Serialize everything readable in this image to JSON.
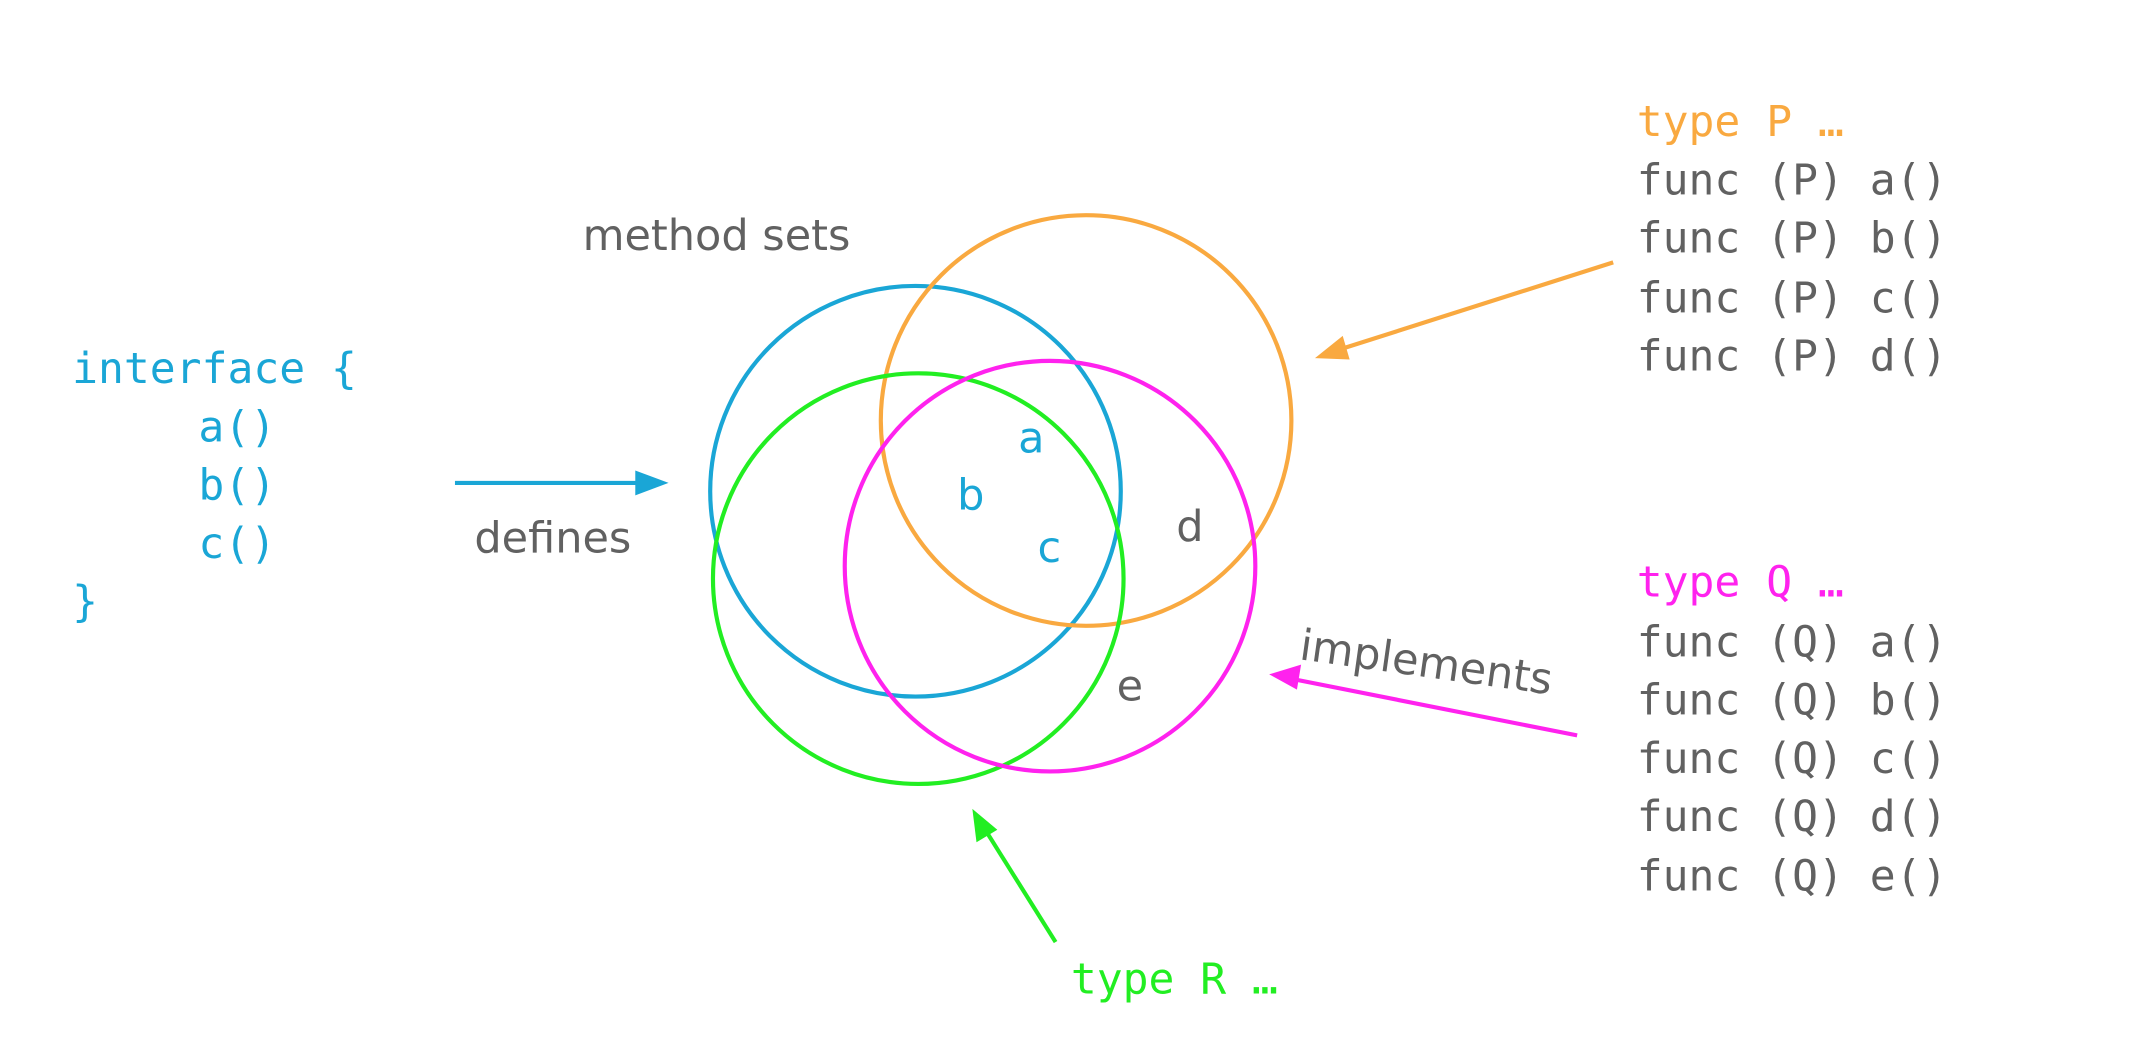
{
  "colors": {
    "interface": "#1aa6d6",
    "type_p": "#f9a940",
    "type_q": "#ff22ee",
    "type_r": "#22ee22",
    "gray": "#616161"
  },
  "diagram_title": "method sets",
  "interface_block": {
    "open": "interface {",
    "methods": [
      "a()",
      "b()",
      "c()"
    ],
    "close": "}"
  },
  "edge_labels": {
    "defines": "defines",
    "implements": "implements"
  },
  "type_p": {
    "header": "type P …",
    "methods": [
      "func (P) a()",
      "func (P) b()",
      "func (P) c()",
      "func (P) d()"
    ]
  },
  "type_q": {
    "header": "type Q …",
    "methods": [
      "func (Q) a()",
      "func (Q) b()",
      "func (Q) c()",
      "func (Q) d()",
      "func (Q) e()"
    ]
  },
  "type_r": {
    "header": "type R …"
  },
  "set_labels": {
    "a": "a",
    "b": "b",
    "c": "c",
    "d": "d",
    "e": "e"
  }
}
